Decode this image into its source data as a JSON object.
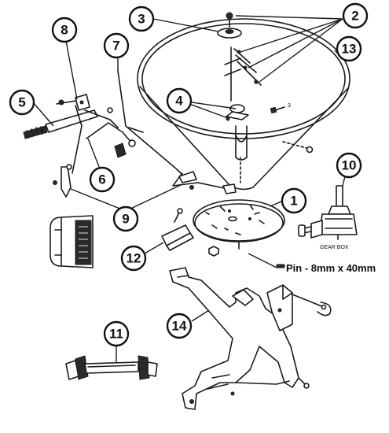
{
  "callouts": [
    {
      "id": "c1",
      "label": "1"
    },
    {
      "id": "c2",
      "label": "2"
    },
    {
      "id": "c3",
      "label": "3"
    },
    {
      "id": "c4",
      "label": "4"
    },
    {
      "id": "c5",
      "label": "5"
    },
    {
      "id": "c6",
      "label": "6"
    },
    {
      "id": "c7",
      "label": "7"
    },
    {
      "id": "c8",
      "label": "8"
    },
    {
      "id": "c9",
      "label": "9"
    },
    {
      "id": "c10",
      "label": "10"
    },
    {
      "id": "c11",
      "label": "11"
    },
    {
      "id": "c12",
      "label": "12"
    },
    {
      "id": "c13",
      "label": "13"
    },
    {
      "id": "c14",
      "label": "14"
    }
  ],
  "annotations": {
    "small_three": "3",
    "gear_box": "GEAR BOX",
    "pin": "Pin - 8mm x 40mm"
  }
}
